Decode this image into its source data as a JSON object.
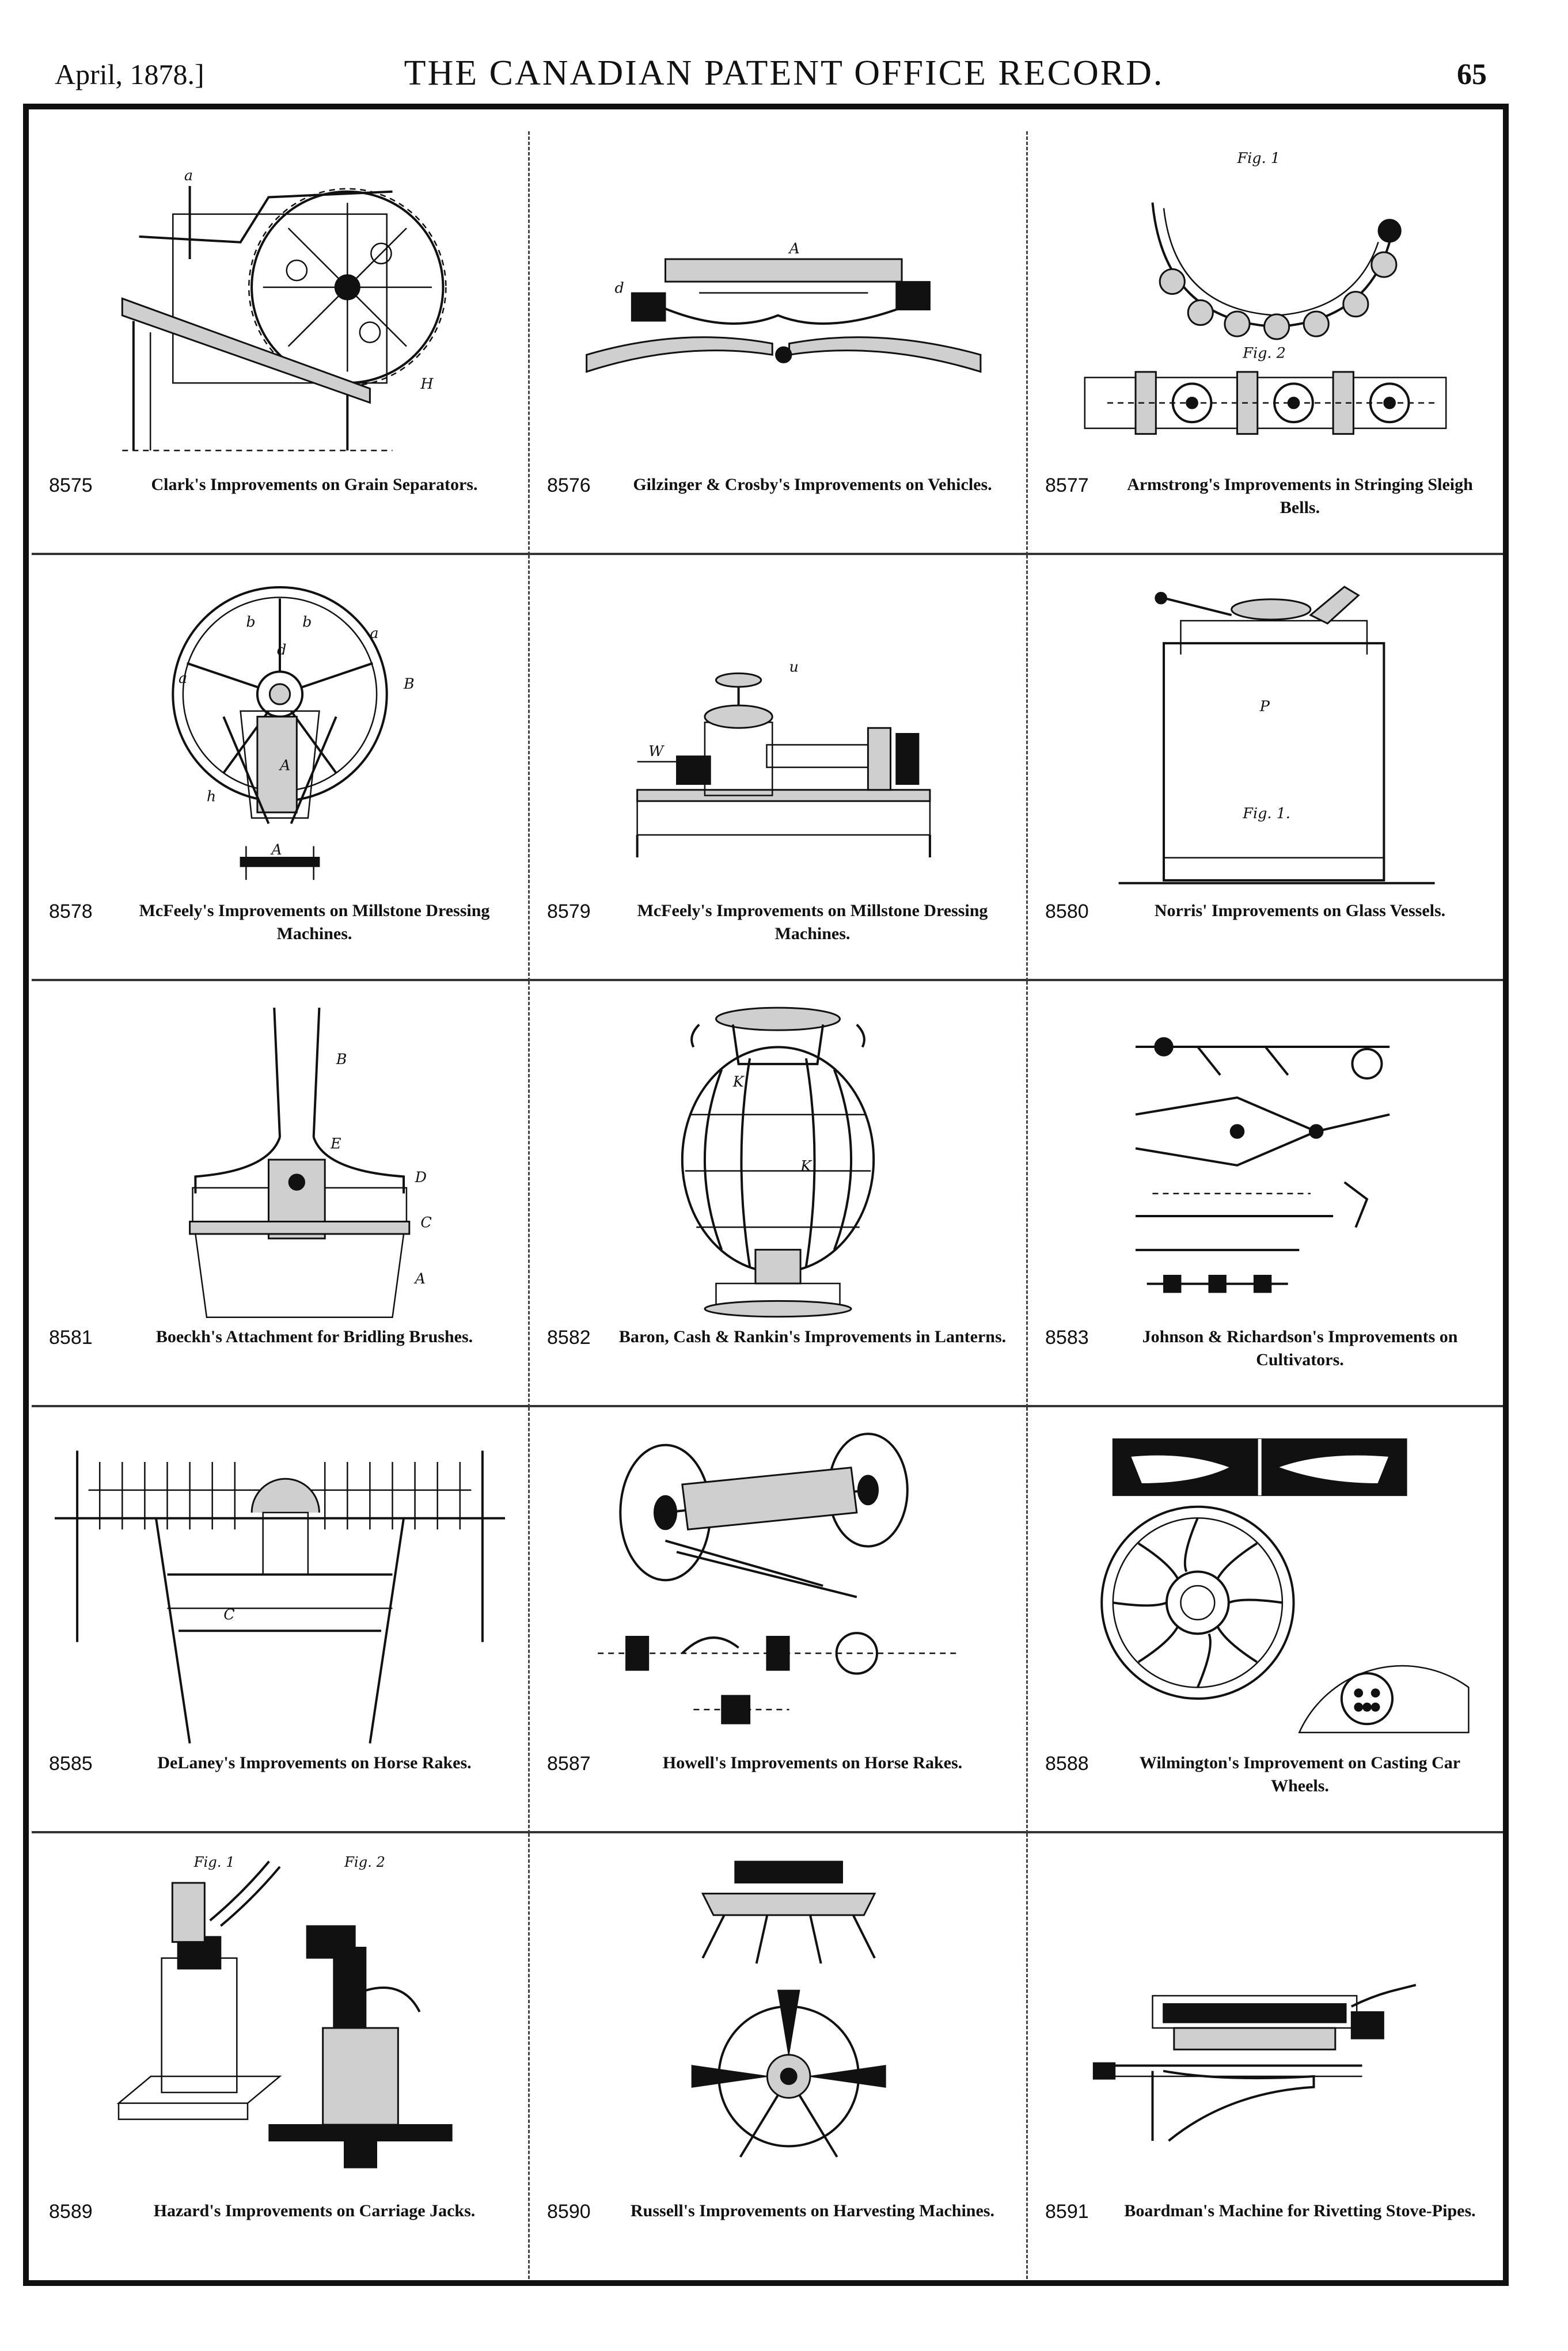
{
  "header": {
    "date": "April, 1878.]",
    "title": "THE CANADIAN PATENT OFFICE RECORD.",
    "page_number": "65"
  },
  "patents": [
    {
      "number": "8575",
      "title": "Clark's Improvements on Grain Separators."
    },
    {
      "number": "8576",
      "title": "Gilzinger & Crosby's Improvements on Vehicles."
    },
    {
      "number": "8577",
      "title": "Armstrong's Improvements in Stringing Sleigh Bells."
    },
    {
      "number": "8578",
      "title": "McFeely's Improvements on Millstone Dressing Machines."
    },
    {
      "number": "8579",
      "title": "McFeely's Improvements on Millstone Dressing Machines."
    },
    {
      "number": "8580",
      "title": "Norris' Improvements on Glass Vessels."
    },
    {
      "number": "8581",
      "title": "Boeckh's Attachment for Bridling Brushes."
    },
    {
      "number": "8582",
      "title": "Baron, Cash & Rankin's Improvements in Lanterns."
    },
    {
      "number": "8583",
      "title": "Johnson & Richardson's Improvements on Cultivators."
    },
    {
      "number": "8585",
      "title": "DeLaney's Improvements on Horse Rakes."
    },
    {
      "number": "8587",
      "title": "Howell's Improvements on Horse Rakes."
    },
    {
      "number": "8588",
      "title": "Wilmington's Improvement on Casting Car Wheels."
    },
    {
      "number": "8589",
      "title": "Hazard's Improvements on Carriage Jacks."
    },
    {
      "number": "8590",
      "title": "Russell's Improvements on Harvesting Machines."
    },
    {
      "number": "8591",
      "title": "Boardman's Machine for Rivetting Stove-Pipes."
    }
  ],
  "figure_labels": {
    "fig1": "Fig. 1",
    "fig2": "Fig. 2",
    "fig1_alt": "Fig. 1."
  }
}
